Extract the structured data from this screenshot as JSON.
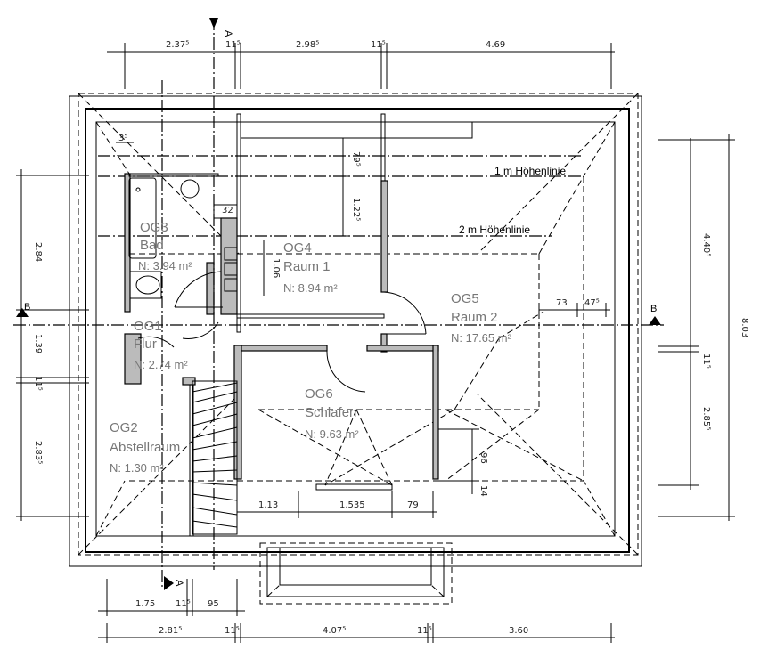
{
  "rooms": [
    {
      "id": "OG3",
      "name": "Bad",
      "area": "N: 3.94 m²"
    },
    {
      "id": "OG4",
      "name": "Raum 1",
      "area": "N: 8.94 m²"
    },
    {
      "id": "OG5",
      "name": "Raum 2",
      "area": "N: 17.65 m²"
    },
    {
      "id": "OG1",
      "name": "Flur",
      "area": "N: 2.74 m²"
    },
    {
      "id": "OG6",
      "name": "Schlafen",
      "area": "N: 9.63 m²"
    },
    {
      "id": "OG2",
      "name": "Abstellraum",
      "area": "N: 1.30 m²"
    }
  ],
  "height_lines": [
    "1 m Höhenlinie",
    "2 m Höhenlinie"
  ],
  "section_marks": {
    "a": "A",
    "b": "B"
  },
  "dims_top": [
    "2.37⁵",
    "11⁵",
    "2.98⁵",
    "11⁵",
    "4.69"
  ],
  "dims_bottom_inner": [
    "1.75",
    "11⁵",
    "95"
  ],
  "dims_bottom_outer": [
    "2.81⁵",
    "11⁵",
    "4.07⁵",
    "11⁵",
    "3.60"
  ],
  "dims_left": [
    "2.84",
    "1.39",
    "11⁵",
    "2.83⁵"
  ],
  "dims_right": [
    "4.40⁵",
    "11⁵",
    "2.85⁵"
  ],
  "dims_right_total": "8.03",
  "dims_inner": [
    "3⁵",
    "79⁵",
    "1.22⁵",
    "32",
    "1.06",
    "73",
    "47⁵",
    "96",
    "14",
    "1.13",
    "1.535",
    "79"
  ]
}
